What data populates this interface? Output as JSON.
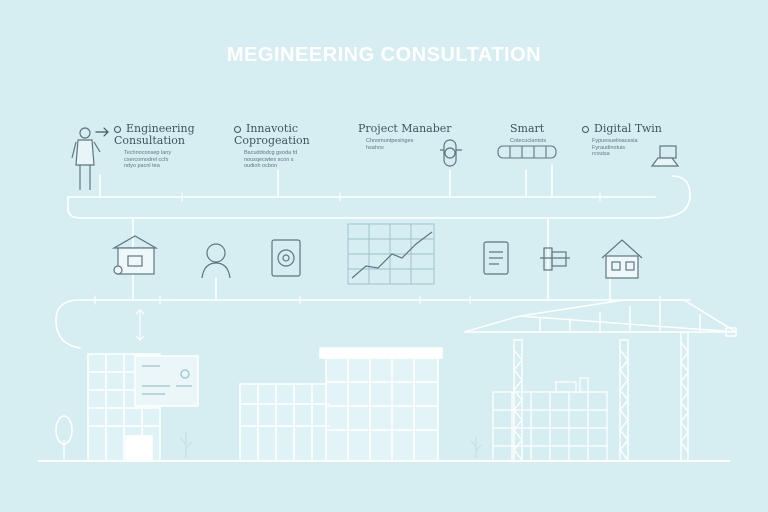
{
  "title": "MEGINEERING CONSULTATION",
  "steps": [
    {
      "title": "Engineering\nConsultation",
      "text": "Technoconsep lany\ncxercomodrel ccfs\nndyo pacnl tea",
      "icon": "person-icon"
    },
    {
      "title": "Innavotic\nCoprogeation",
      "text": "Bacuddodcg gsoda fd\nnousqecwtes scon s\noudioh ocbon",
      "icon": "user-icon"
    },
    {
      "title": "Project Manaber",
      "text": "Chnomuntpesinges\nhsahos",
      "icon": "gear-icon"
    },
    {
      "title": "Smart",
      "text": "Cotecuclantsts",
      "icon": "chain-icon"
    },
    {
      "title": "Digital Twin",
      "text": "Fypuesuelioacesia\nFyraudinotuis\nrcvutsa",
      "icon": "laptop-icon"
    }
  ],
  "middle_icons": [
    "school-building-icon",
    "user-bust-icon",
    "document-tech-icon",
    "growth-chart-icon",
    "report-document-icon",
    "blueprint-roll-icon",
    "house-icon"
  ],
  "scene": [
    "office-building",
    "dashboard-panel",
    "mid-building",
    "construction-site",
    "tower-crane"
  ],
  "colors": {
    "background": "#d6eef1",
    "line": "#ffffff",
    "ink": "#3d5560",
    "accent": "#a7c9d3"
  }
}
